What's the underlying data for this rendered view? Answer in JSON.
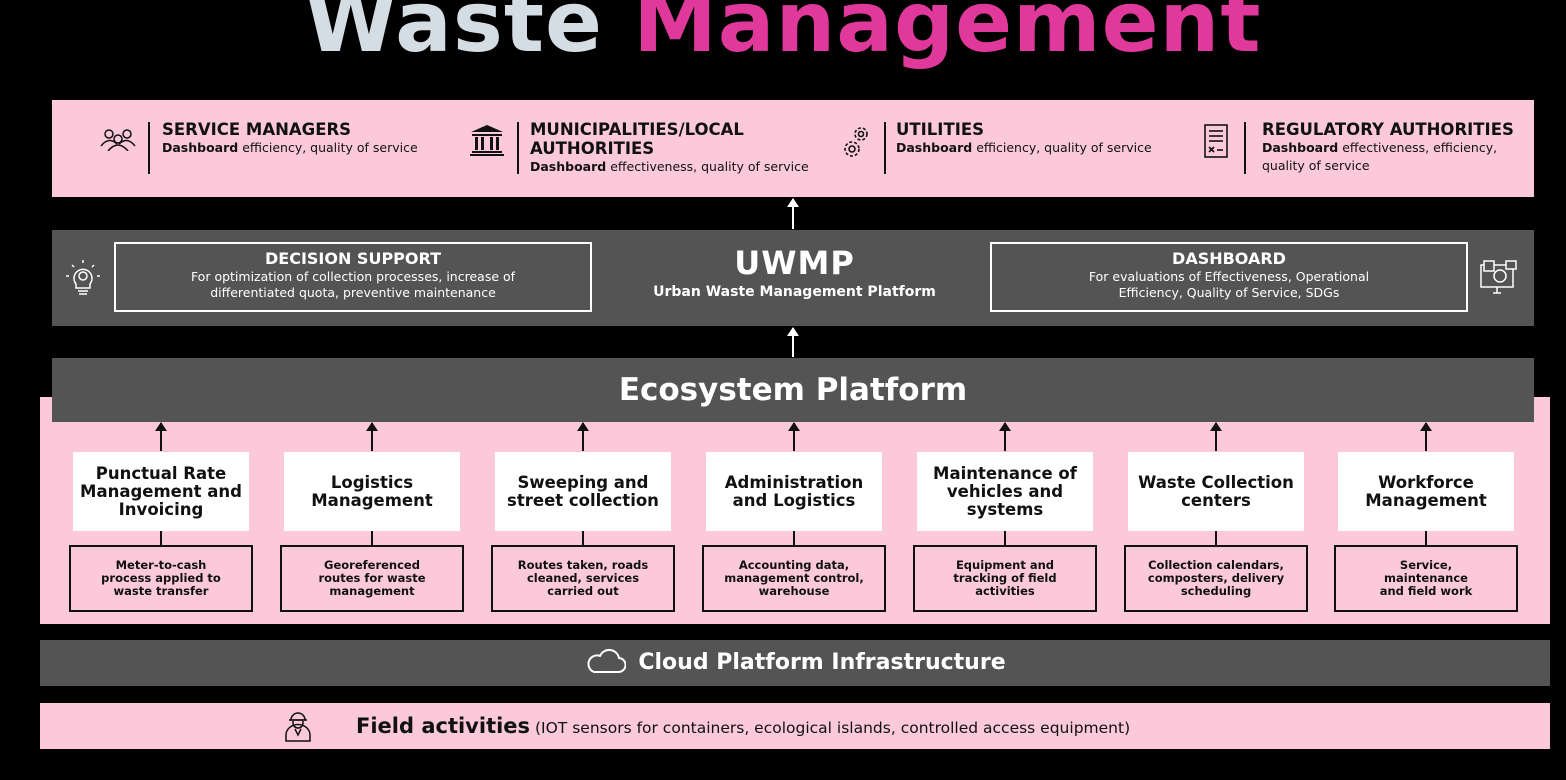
{
  "title": {
    "part1": "Waste",
    "part2": "Management"
  },
  "stakeholders": [
    {
      "icon": "people-icon",
      "title": "SERVICE MANAGERS",
      "desc_bold": "Dashboard",
      "desc": " efficiency, quality of service"
    },
    {
      "icon": "building-icon",
      "title": "MUNICIPALITIES/LOCAL AUTHORITIES",
      "desc_bold": "Dashboard",
      "desc": " effectiveness, quality of service"
    },
    {
      "icon": "gears-icon",
      "title": "UTILITIES",
      "desc_bold": "Dashboard",
      "desc": " efficiency, quality of service"
    },
    {
      "icon": "document-icon",
      "title": "REGULATORY AUTHORITIES",
      "desc_bold": "Dashboard",
      "desc": " effectiveness, efficiency, quality of service"
    }
  ],
  "uwmp": {
    "decision": {
      "title": "DECISION SUPPORT",
      "desc": "For optimization of collection processes, increase of differentiated quota, preventive maintenance"
    },
    "name": "UWMP",
    "subtitle": "Urban Waste Management Platform",
    "dashboard": {
      "title": "DASHBOARD",
      "desc": "For evaluations of Effectiveness, Operational Efficiency, Quality of Service, SDGs"
    }
  },
  "ecosystem": "Ecosystem Platform",
  "modules": [
    {
      "name": "Punctual Rate Management and Invoicing",
      "detail": "Meter-to-cash process applied to waste transfer"
    },
    {
      "name": "Logistics Management",
      "detail": "Georeferenced routes for waste management"
    },
    {
      "name": "Sweeping and street collection",
      "detail": "Routes taken, roads cleaned, services carried out"
    },
    {
      "name": "Administration and Logistics",
      "detail": "Accounting data, management control, warehouse"
    },
    {
      "name": "Maintenance of vehicles and systems",
      "detail": "Equipment and tracking of field activities"
    },
    {
      "name": "Waste Collection centers",
      "detail": "Collection calendars, composters, delivery scheduling"
    },
    {
      "name": "Workforce Management",
      "detail": "Service, maintenance and field work"
    }
  ],
  "cloud": "Cloud Platform Infrastructure",
  "field": {
    "bold": "Field activities",
    "rest": " (IOT sensors for containers, ecological islands, controlled access equipment)"
  }
}
